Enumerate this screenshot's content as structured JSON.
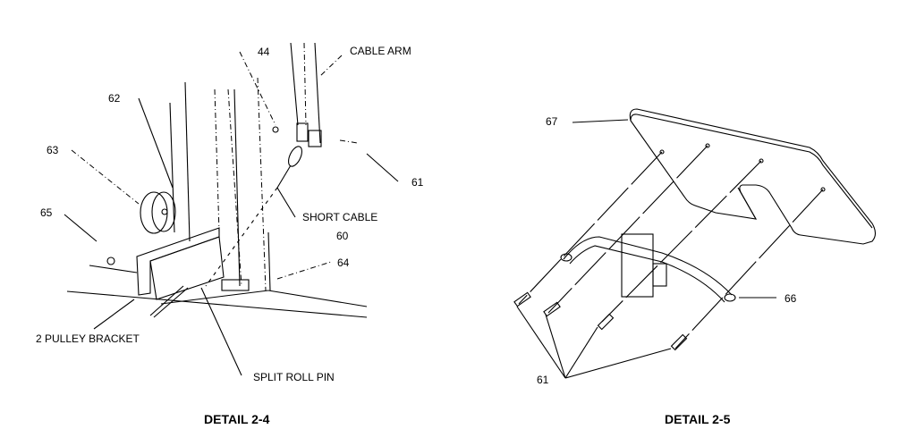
{
  "detail_left": {
    "caption": "DETAIL 2-4",
    "labels": {
      "p44": "44",
      "cable_arm": "CABLE ARM",
      "p62": "62",
      "p63": "63",
      "p65": "65",
      "p61": "61",
      "short_cable": "SHORT CABLE",
      "p60": "60",
      "p64": "64",
      "pulley_bracket": "2 PULLEY BRACKET",
      "split_roll_pin": "SPLIT ROLL PIN"
    }
  },
  "detail_right": {
    "caption": "DETAIL 2-5",
    "labels": {
      "p67": "67",
      "p66": "66",
      "p61": "61"
    }
  }
}
